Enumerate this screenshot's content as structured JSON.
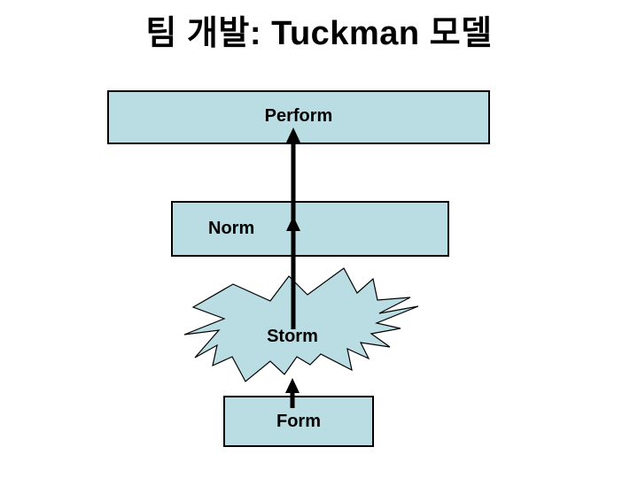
{
  "title": "팀 개발: Tuckman 모델",
  "diagram": {
    "model_name": "Tuckman",
    "stages": [
      {
        "label": "Form",
        "shape": "rectangle"
      },
      {
        "label": "Storm",
        "shape": "explosion-starburst"
      },
      {
        "label": "Norm",
        "shape": "rectangle"
      },
      {
        "label": "Perform",
        "shape": "rectangle"
      }
    ],
    "flow": "Form → Storm → Norm → Perform",
    "arrows": [
      {
        "from": "Form",
        "to": "Storm",
        "direction": "up"
      },
      {
        "from": "Storm",
        "to": "Norm",
        "direction": "up"
      },
      {
        "from": "Storm",
        "to": "Perform",
        "direction": "up"
      }
    ],
    "colors": {
      "shape_fill": "#b9dde2",
      "shape_border": "#000000",
      "arrow": "#000000",
      "text": "#000000",
      "background": "#ffffff"
    }
  }
}
